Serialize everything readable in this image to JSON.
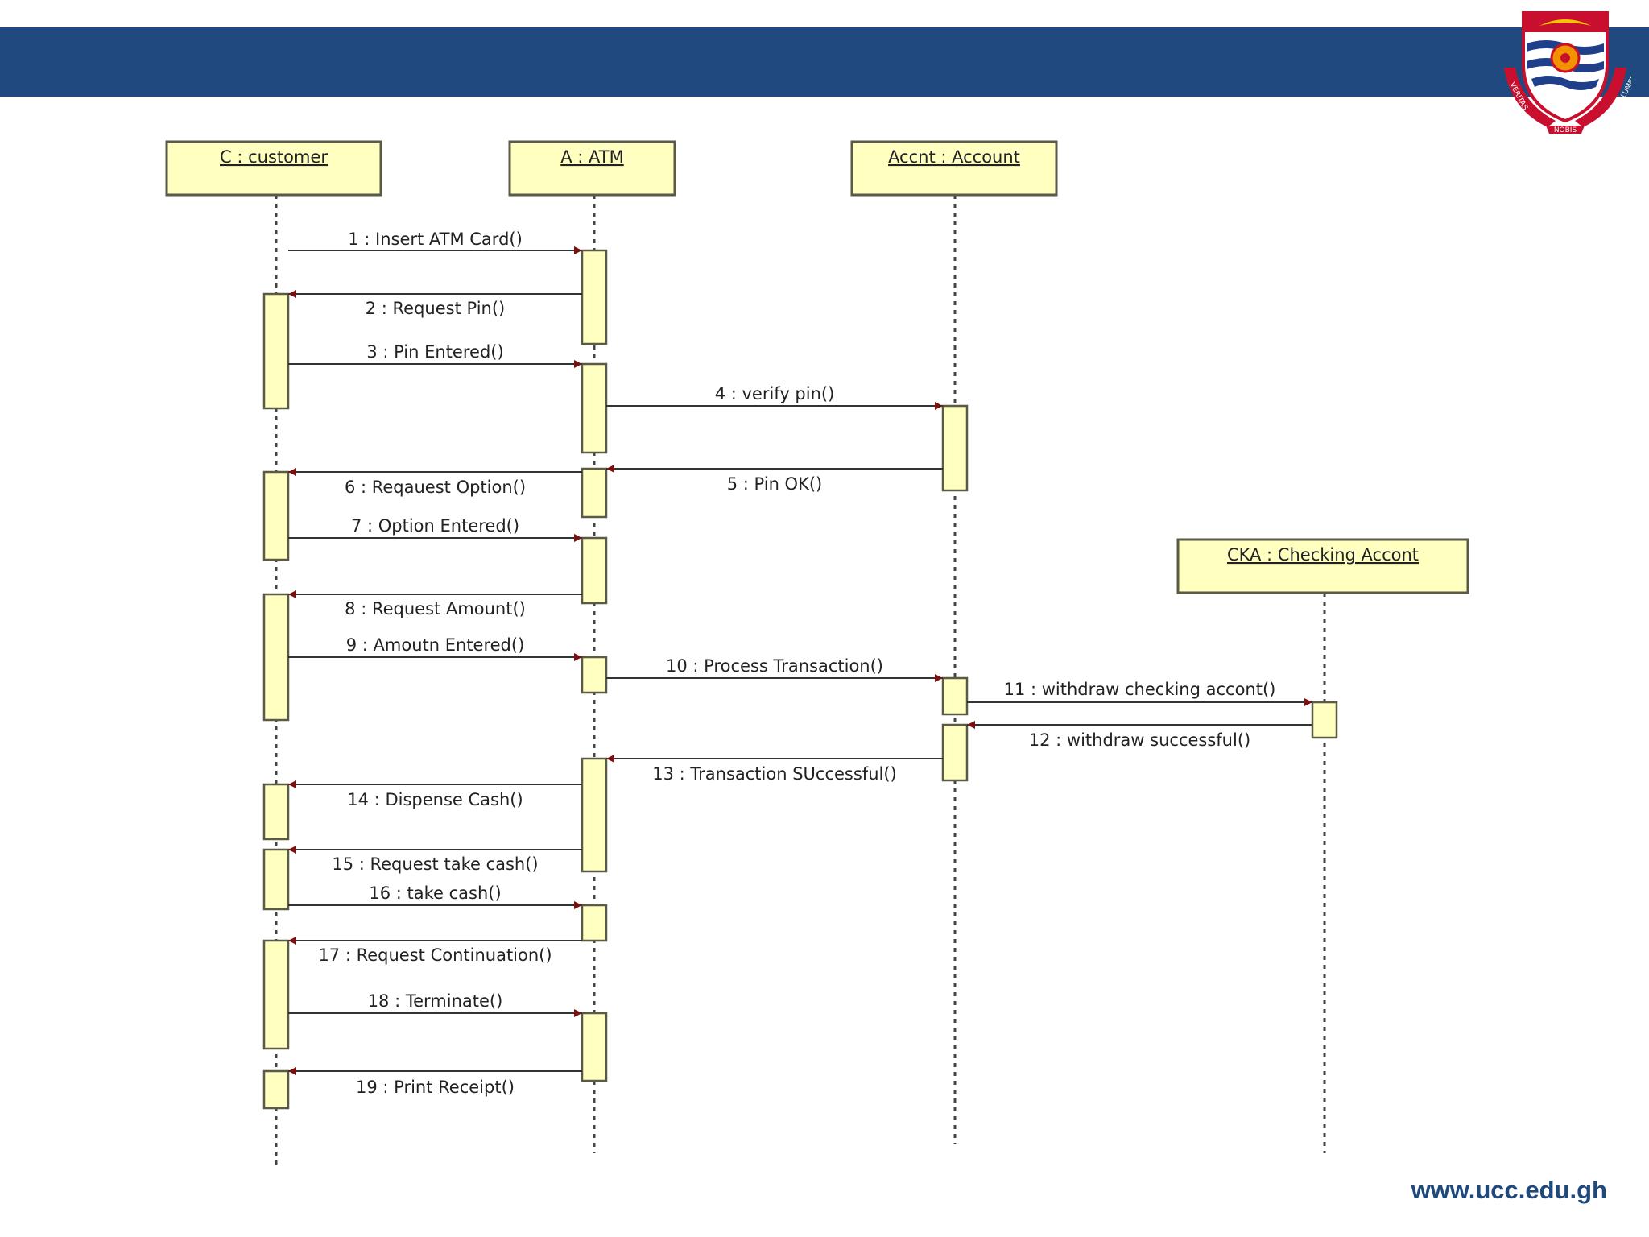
{
  "colors": {
    "header": "#204a7f",
    "lifeline_box_fill": "#ffffc0",
    "activation_fill": "#ffffc0",
    "box_stroke": "#5a5a46",
    "arrow": "#7a1010",
    "text": "#222222",
    "footer": "#1f497d"
  },
  "header_logo": {
    "icon": "university-crest-icon",
    "motto": [
      "VERITAS",
      "NOBIS",
      "LUMEN"
    ]
  },
  "footer": {
    "url": "www.ucc.edu.gh"
  },
  "lifelines": [
    {
      "id": "customer",
      "label": "C : customer"
    },
    {
      "id": "atm",
      "label": "A : ATM"
    },
    {
      "id": "account",
      "label": "Accnt : Account"
    },
    {
      "id": "checking",
      "label": "CKA : Checking Accont"
    }
  ],
  "messages": [
    {
      "label": "1 : Insert ATM Card()",
      "from": "customer",
      "to": "atm"
    },
    {
      "label": "2 : Request Pin()",
      "from": "atm",
      "to": "customer"
    },
    {
      "label": "3 : Pin Entered()",
      "from": "customer",
      "to": "atm"
    },
    {
      "label": "4 : verify pin()",
      "from": "atm",
      "to": "account"
    },
    {
      "label": "5 : Pin OK()",
      "from": "account",
      "to": "atm"
    },
    {
      "label": "6 : Reqauest Option()",
      "from": "atm",
      "to": "customer"
    },
    {
      "label": "7 : Option Entered()",
      "from": "customer",
      "to": "atm"
    },
    {
      "label": "8 : Request Amount()",
      "from": "atm",
      "to": "customer"
    },
    {
      "label": "9 : Amoutn Entered()",
      "from": "customer",
      "to": "atm"
    },
    {
      "label": "10 : Process Transaction()",
      "from": "atm",
      "to": "account"
    },
    {
      "label": "11 : withdraw checking accont()",
      "from": "account",
      "to": "checking"
    },
    {
      "label": "12 : withdraw successful()",
      "from": "checking",
      "to": "account"
    },
    {
      "label": "13 : Transaction SUccessful()",
      "from": "account",
      "to": "atm"
    },
    {
      "label": "14 : Dispense Cash()",
      "from": "atm",
      "to": "customer"
    },
    {
      "label": "15 : Request  take cash()",
      "from": "atm",
      "to": "customer"
    },
    {
      "label": "16 : take cash()",
      "from": "customer",
      "to": "atm"
    },
    {
      "label": "17 : Request Continuation()",
      "from": "atm",
      "to": "customer"
    },
    {
      "label": "18 : Terminate()",
      "from": "customer",
      "to": "atm"
    },
    {
      "label": "19 : Print Receipt()",
      "from": "atm",
      "to": "customer"
    }
  ]
}
